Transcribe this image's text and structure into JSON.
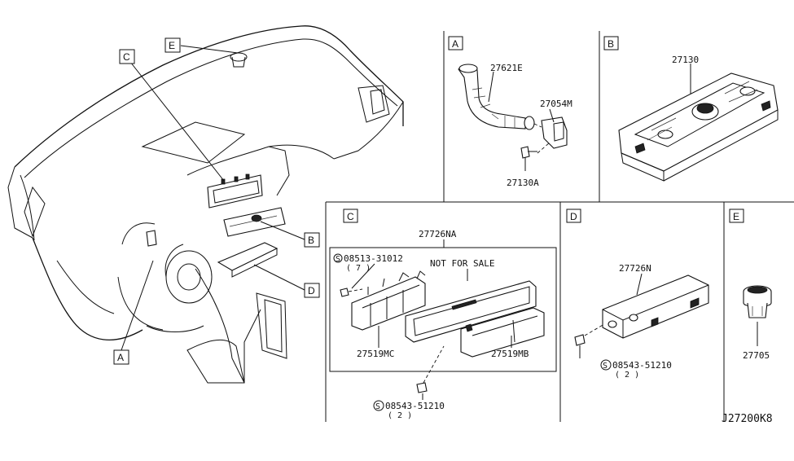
{
  "callouts": {
    "A": "A",
    "B": "B",
    "C": "C",
    "D": "D",
    "E": "E"
  },
  "sections": {
    "A": {
      "label": "A",
      "parts": [
        "27621E",
        "27054M",
        "27130A"
      ]
    },
    "B": {
      "label": "B",
      "parts": [
        "27130"
      ]
    },
    "C": {
      "label": "C",
      "assembly": "27726NA",
      "screw": {
        "symbol": "S",
        "number": "08513-31012",
        "qty": "( 7 )"
      },
      "note": "NOT FOR SALE",
      "parts": [
        "27519MC",
        "27519MB"
      ],
      "bolt": {
        "symbol": "S",
        "number": "08543-51210",
        "qty": "( 2 )"
      }
    },
    "D": {
      "label": "D",
      "parts": [
        "27726N"
      ],
      "bolt": {
        "symbol": "S",
        "number": "08543-51210",
        "qty": "( 2 )"
      }
    },
    "E": {
      "label": "E",
      "parts": [
        "27705"
      ]
    }
  },
  "diagram_code": "J27200K8"
}
